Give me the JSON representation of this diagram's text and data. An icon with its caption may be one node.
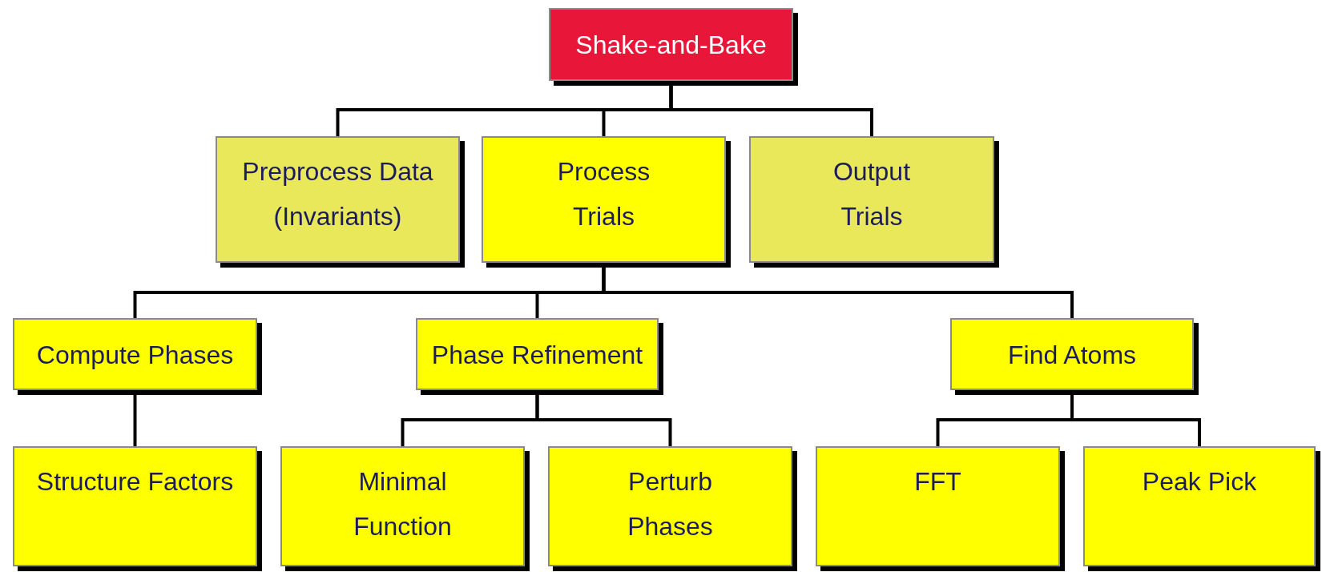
{
  "diagram": {
    "nodes": [
      {
        "text": [
          "Shake-and-Bake"
        ]
      },
      {
        "text": [
          "Preprocess Data (Invariants)"
        ]
      },
      {
        "text": [
          "Process Trials"
        ]
      },
      {
        "text": [
          "Output Trials"
        ]
      },
      {
        "text": [
          "Compute Phases"
        ]
      },
      {
        "text": [
          "Phase Refinement"
        ]
      },
      {
        "text": [
          "Find Atoms"
        ]
      },
      {
        "text": [
          "Structure Factors"
        ]
      },
      {
        "text": [
          "Minimal Function"
        ]
      },
      {
        "text": [
          "Perturb Phases"
        ]
      },
      {
        "text": [
          "FFT"
        ]
      },
      {
        "text": [
          "Peak Pick"
        ]
      }
    ],
    "edges": [
      {
        "from": 0,
        "to": 1,
        "arrow": "none"
      },
      {
        "from": 0,
        "to": 2,
        "arrow": "none"
      },
      {
        "from": 0,
        "to": 3,
        "arrow": "none"
      },
      {
        "from": 2,
        "to": 4,
        "arrow": "none"
      },
      {
        "from": 2,
        "to": 5,
        "arrow": "none"
      },
      {
        "from": 2,
        "to": 6,
        "arrow": "none"
      },
      {
        "from": 4,
        "to": 7,
        "arrow": "none"
      },
      {
        "from": 5,
        "to": 8,
        "arrow": "none"
      },
      {
        "from": 5,
        "to": 9,
        "arrow": "none"
      },
      {
        "from": 6,
        "to": 10,
        "arrow": "none"
      },
      {
        "from": 6,
        "to": 11,
        "arrow": "none"
      }
    ]
  }
}
